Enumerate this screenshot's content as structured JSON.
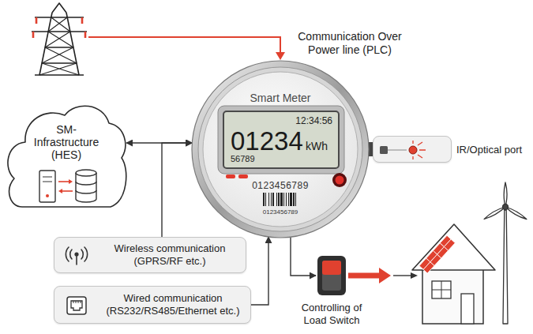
{
  "diagram": {
    "nodes": [
      {
        "text": [
          "Smart Meter",
          "0123456789",
          "0123456789"
        ]
      },
      {
        "text": [
          "12:34:56",
          "01234",
          "kWh",
          "56789"
        ],
        "in": 0
      },
      {
        "text": [
          "SM- Infrastructure (HES)"
        ]
      },
      {
        "text": [
          "IR/Optical port"
        ]
      },
      {
        "text": [
          "Wireless communication (GPRS/RF etc.)"
        ]
      },
      {
        "text": [
          "Wired communication (RS232/RS485/Ethernet etc.)"
        ]
      },
      {
        "text": [
          "Controlling of Load Switch"
        ]
      }
    ],
    "edges": [
      {
        "from": 2,
        "to": 0,
        "arrow": "both"
      },
      {
        "from": 4,
        "to": 0,
        "arrow": "to"
      },
      {
        "from": 5,
        "to": 0,
        "arrow": "to"
      },
      {
        "from": 0,
        "to": 6,
        "arrow": "to"
      }
    ],
    "labels": [
      "Communication Over Power line (PLC)"
    ]
  }
}
